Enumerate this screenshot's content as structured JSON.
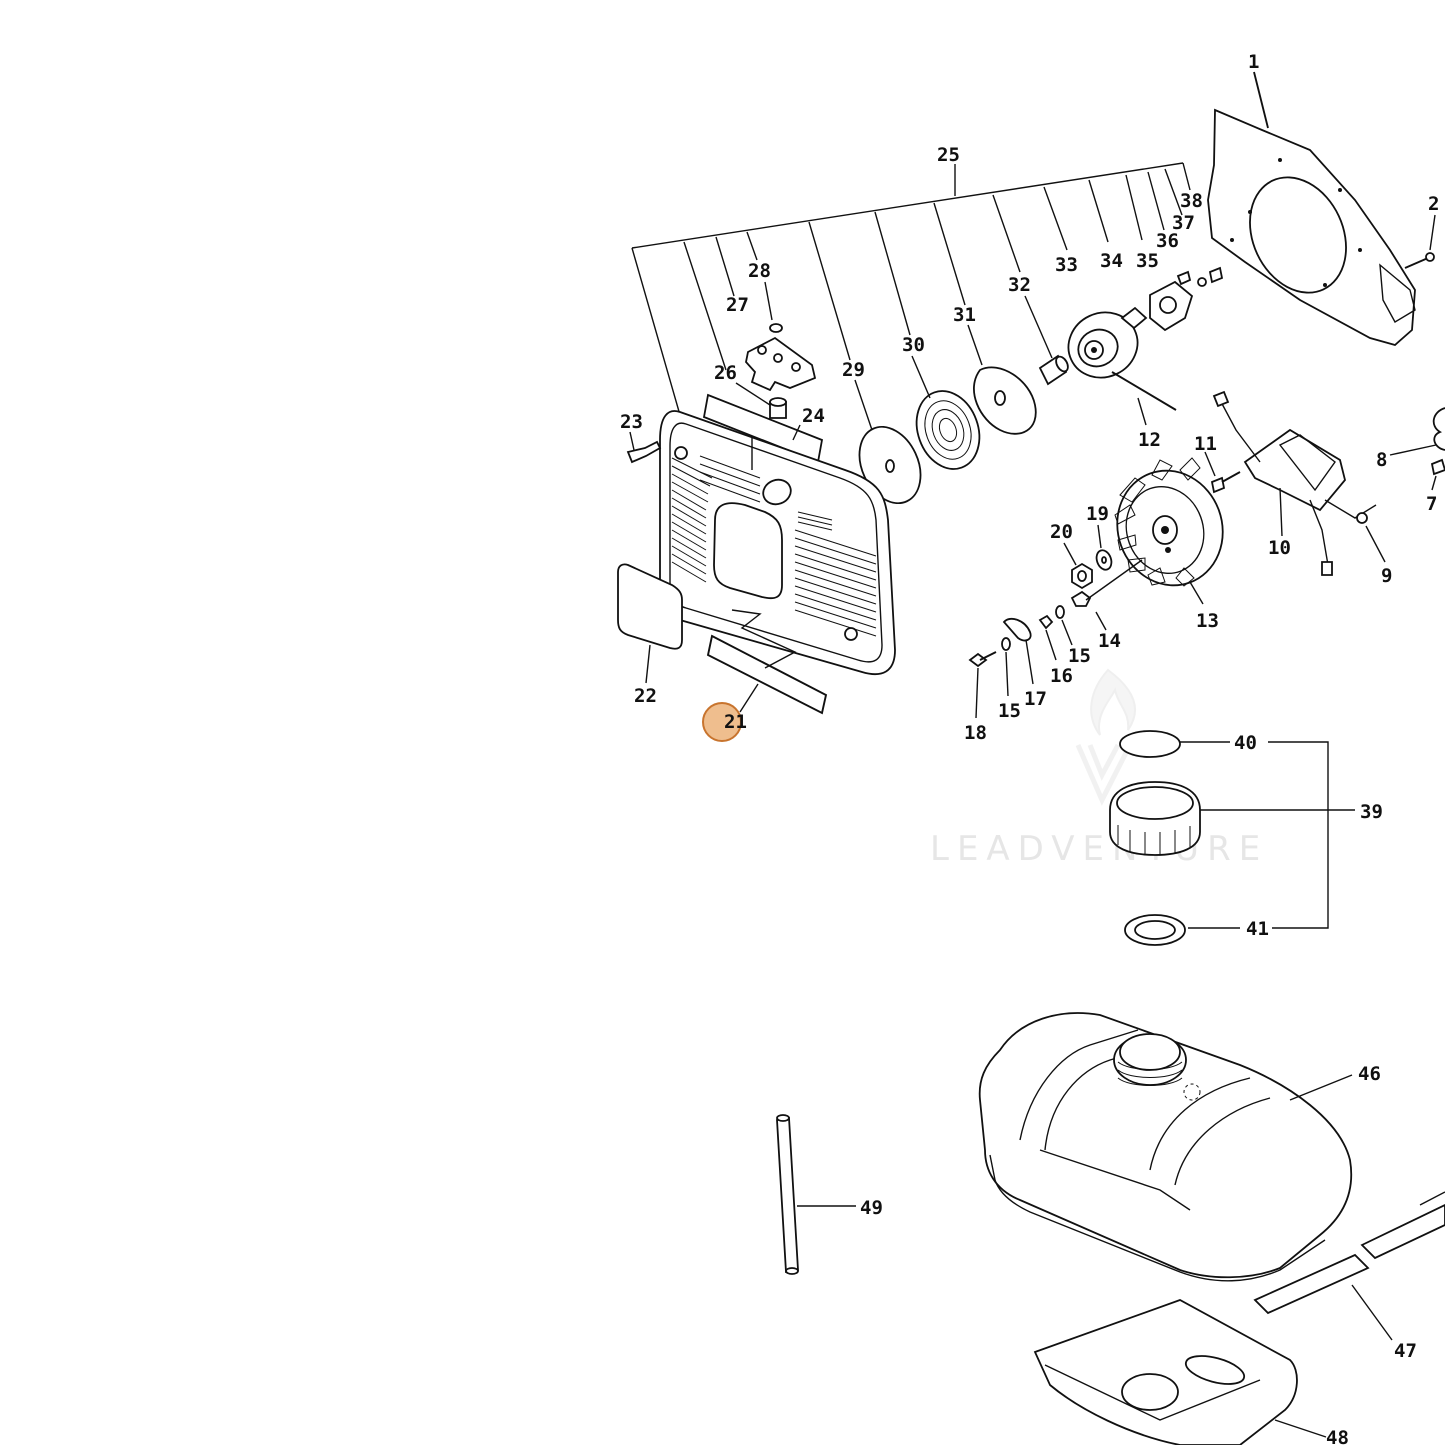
{
  "diagram": {
    "watermark_text": "LEADVENTURE",
    "labels": [
      {
        "id": "p1",
        "text": "1"
      },
      {
        "id": "p2",
        "text": "2"
      },
      {
        "id": "p7",
        "text": "7"
      },
      {
        "id": "p8",
        "text": "8"
      },
      {
        "id": "p9",
        "text": "9"
      },
      {
        "id": "p10",
        "text": "10"
      },
      {
        "id": "p11",
        "text": "11"
      },
      {
        "id": "p12",
        "text": "12"
      },
      {
        "id": "p13",
        "text": "13"
      },
      {
        "id": "p14",
        "text": "14"
      },
      {
        "id": "p15a",
        "text": "15"
      },
      {
        "id": "p15b",
        "text": "15"
      },
      {
        "id": "p16",
        "text": "16"
      },
      {
        "id": "p17",
        "text": "17"
      },
      {
        "id": "p18",
        "text": "18"
      },
      {
        "id": "p19",
        "text": "19"
      },
      {
        "id": "p20",
        "text": "20"
      },
      {
        "id": "p21",
        "text": "21"
      },
      {
        "id": "p22",
        "text": "22"
      },
      {
        "id": "p23",
        "text": "23"
      },
      {
        "id": "p24",
        "text": "24"
      },
      {
        "id": "p25",
        "text": "25"
      },
      {
        "id": "p26",
        "text": "26"
      },
      {
        "id": "p27",
        "text": "27"
      },
      {
        "id": "p28",
        "text": "28"
      },
      {
        "id": "p29",
        "text": "29"
      },
      {
        "id": "p30",
        "text": "30"
      },
      {
        "id": "p31",
        "text": "31"
      },
      {
        "id": "p32",
        "text": "32"
      },
      {
        "id": "p33",
        "text": "33"
      },
      {
        "id": "p34",
        "text": "34"
      },
      {
        "id": "p35",
        "text": "35"
      },
      {
        "id": "p36",
        "text": "36"
      },
      {
        "id": "p37",
        "text": "37"
      },
      {
        "id": "p38",
        "text": "38"
      },
      {
        "id": "p39",
        "text": "39"
      },
      {
        "id": "p40",
        "text": "40"
      },
      {
        "id": "p41",
        "text": "41"
      },
      {
        "id": "p46",
        "text": "46"
      },
      {
        "id": "p47",
        "text": "47"
      },
      {
        "id": "p48",
        "text": "48"
      },
      {
        "id": "p49",
        "text": "49"
      }
    ],
    "highlight": {
      "label_id": "p21",
      "color": "#e9a868",
      "border": "#c8742e"
    }
  }
}
